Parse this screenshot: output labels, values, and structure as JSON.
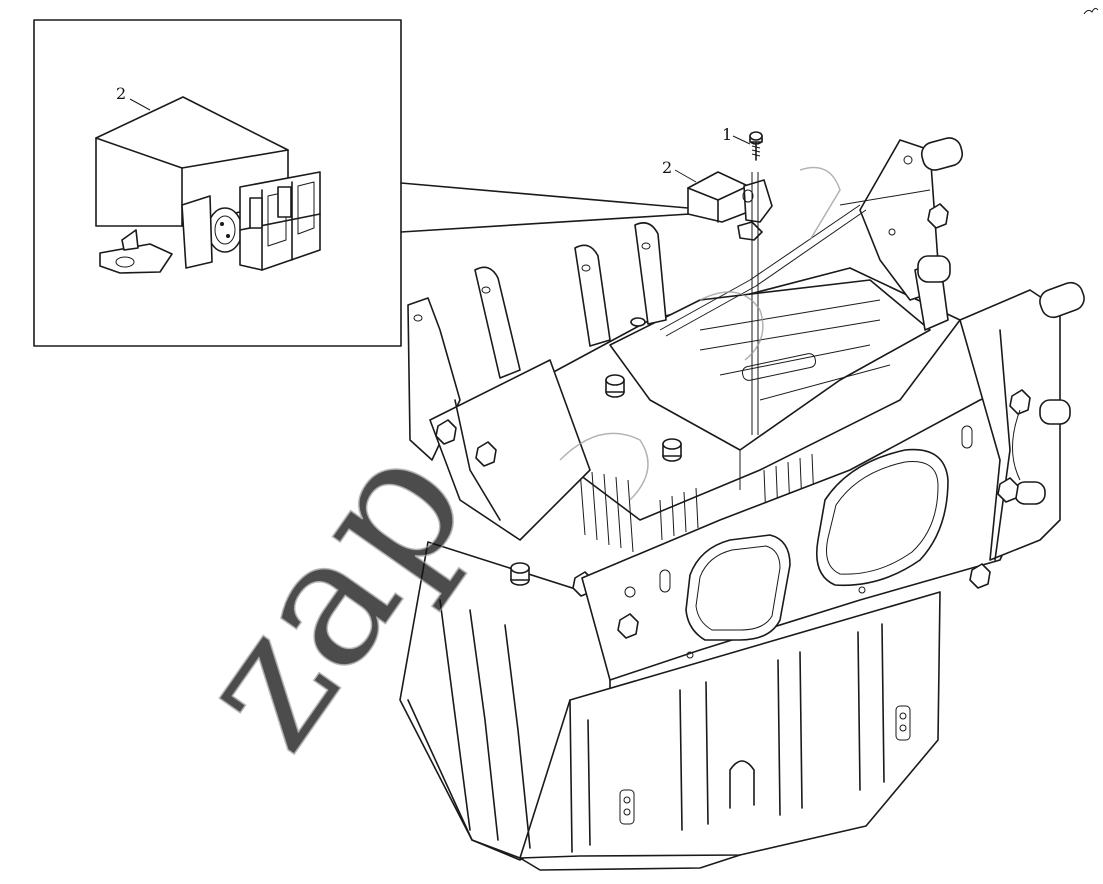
{
  "callouts": {
    "inset_part": "2",
    "bolt": "1",
    "relay": "2"
  },
  "watermark": "zap",
  "colors": {
    "line": "#1a1a1a",
    "background": "#ffffff",
    "watermark": "#9a9a9a"
  },
  "icons": {
    "corner_mark": "scribble-icon"
  }
}
